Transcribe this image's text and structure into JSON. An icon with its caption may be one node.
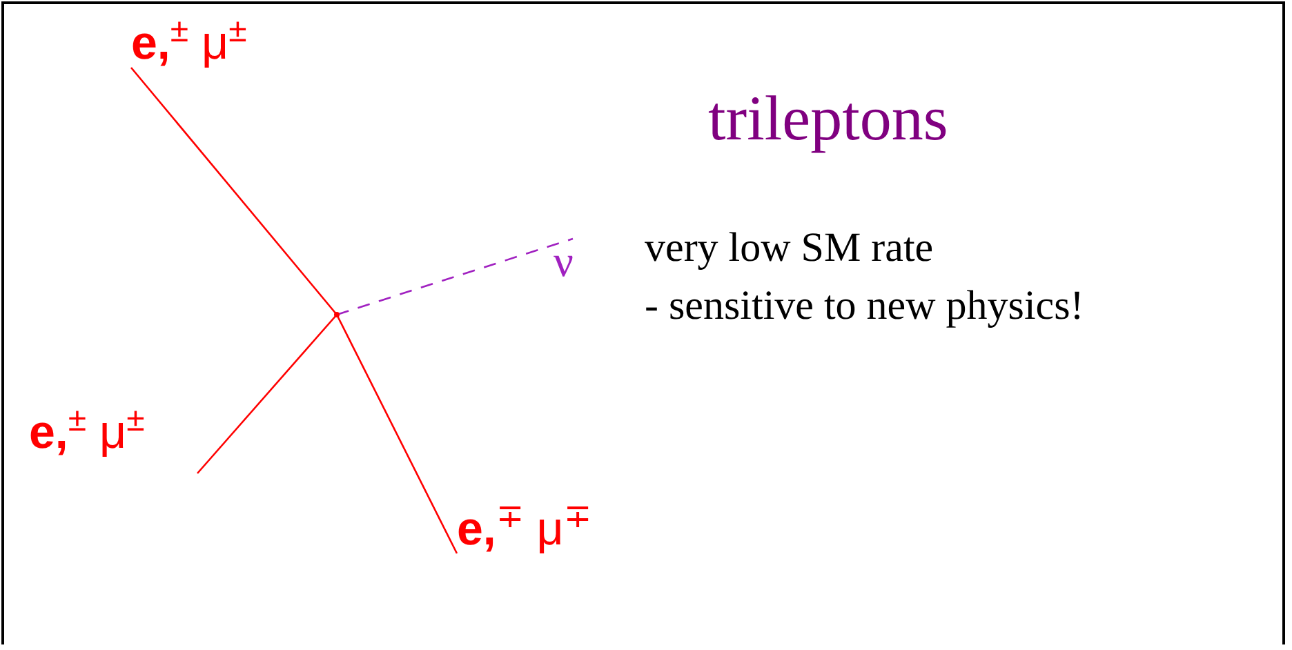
{
  "diagram": {
    "title": "trileptons",
    "nodes": [
      {
        "text": [],
        "shape": "point"
      },
      {
        "text": [
          "**e,**$^{±}$ μ$^{±}$"
        ]
      },
      {
        "text": [
          "**e,**$^{±}$ μ$^{±}$"
        ]
      },
      {
        "text": [
          "**e,**$^{∓}$ μ$^{∓}$"
        ]
      },
      {
        "text": [
          "ν"
        ]
      }
    ],
    "edges": [
      {
        "from": 0,
        "to": 1,
        "arrow": "none"
      },
      {
        "from": 0,
        "to": 2,
        "arrow": "none"
      },
      {
        "from": 0,
        "to": 3,
        "arrow": "none"
      },
      {
        "from": 0,
        "to": 4,
        "arrow": "none",
        "style": "dashed",
        "color": "#a020c0"
      }
    ],
    "labels": [
      "very low SM rate",
      "- sensitive to new physics!"
    ]
  }
}
